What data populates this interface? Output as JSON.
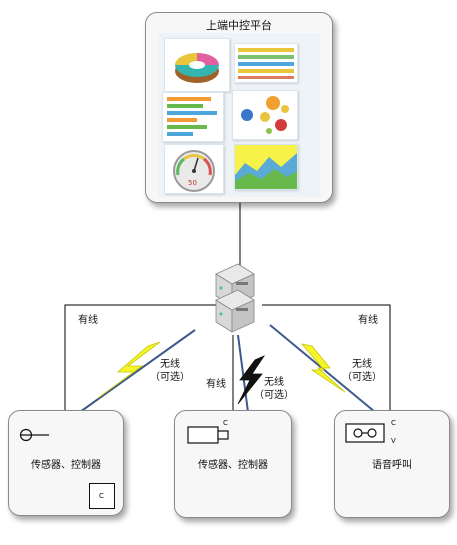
{
  "platform": {
    "title": "上端中控平台",
    "thumbnails": [
      {
        "icon": "donut-chart-icon"
      },
      {
        "icon": "stacked-bar-table-icon"
      },
      {
        "icon": "horizontal-bar-chart-icon"
      },
      {
        "icon": "bubble-chart-icon"
      },
      {
        "icon": "gauge-icon",
        "gauge_value": "50"
      },
      {
        "icon": "area-chart-icon"
      }
    ]
  },
  "server": {
    "icon": "server-stack-icon"
  },
  "links": {
    "wired_left": "有线",
    "wired_right": "有线",
    "wired_center": "有线",
    "wireless_left": [
      "无线",
      "（可选）"
    ],
    "wireless_center": [
      "无线",
      "（可选）"
    ],
    "wireless_right": [
      "无线",
      "（可选）"
    ]
  },
  "devices": [
    {
      "label": "传感器、控制器",
      "icon": "sensor-icon",
      "icon2": "controller-box-icon",
      "letter": "C"
    },
    {
      "label": "传感器、控制器",
      "icon": "camera-sensor-icon",
      "letter": "C"
    },
    {
      "label": "语音呼叫",
      "icon": "cassette-speaker-icon",
      "letter": "C",
      "letter2": "V"
    }
  ],
  "colors": {
    "wire": "#000000",
    "bolt_yellow": "#f5f52a",
    "bolt_dark": "#111111",
    "beam_blue": "#3c5a8c"
  }
}
